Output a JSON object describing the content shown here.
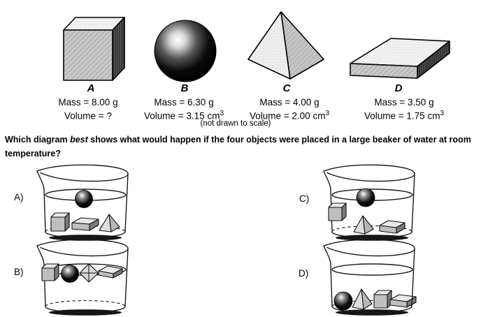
{
  "objects_row": {
    "items": [
      {
        "label": "A",
        "mass": "Mass = 8.00 g",
        "volume": "Volume = ?",
        "volume_sup": ""
      },
      {
        "label": "B",
        "mass": "Mass = 6.30 g",
        "volume": "Volume = 3.15 cm",
        "volume_sup": "3"
      },
      {
        "label": "C",
        "mass": "Mass = 4.00 g",
        "volume": "Volume = 2.00 cm",
        "volume_sup": "3"
      },
      {
        "label": "D",
        "mass": "Mass = 3.50 g",
        "volume": "Volume = 1.75 cm",
        "volume_sup": "3"
      }
    ],
    "note": "(not drawn to scale)"
  },
  "question": {
    "before": "Which diagram ",
    "emph": "best",
    "after": " shows what would happen if the four objects were placed in a large beaker of water at room temperature?"
  },
  "answers": [
    {
      "label": "A)"
    },
    {
      "label": "B)"
    },
    {
      "label": "C)"
    },
    {
      "label": "D)"
    }
  ],
  "palette": {
    "ink": "#000000",
    "shape_front": "#c9c9c9",
    "shape_top": "#f0f0f0",
    "shape_side": "#4f4f4f",
    "sphere": "#000000",
    "background": "#ffffff"
  }
}
